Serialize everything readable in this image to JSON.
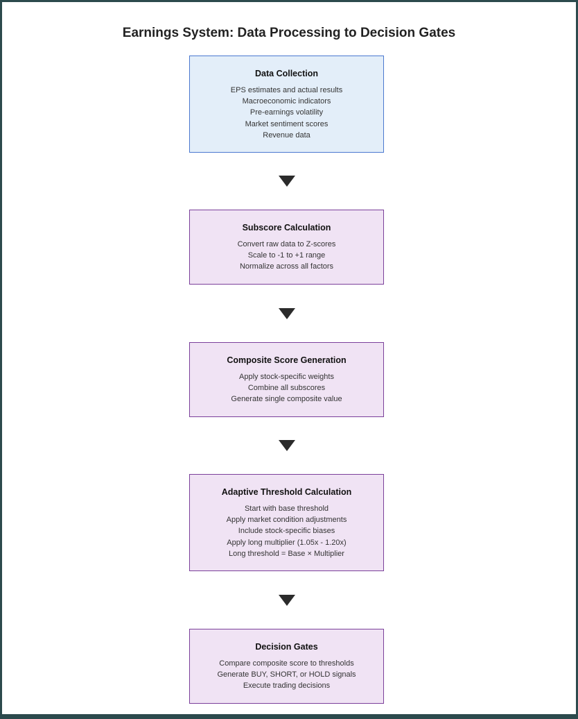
{
  "title": "Earnings System: Data Processing to Decision Gates",
  "colors": {
    "blue_fill": "#e3eef9",
    "blue_border": "#4a78cf",
    "purple_fill": "#f0e3f4",
    "purple_border": "#7a3f9a",
    "arrow": "#2b2b2b"
  },
  "boxes": [
    {
      "title": "Data Collection",
      "lines": [
        "EPS estimates and actual results",
        "Macroeconomic indicators",
        "Pre-earnings volatility",
        "Market sentiment scores",
        "Revenue data"
      ]
    },
    {
      "title": "Subscore Calculation",
      "lines": [
        "Convert raw data to Z-scores",
        "Scale to -1 to +1 range",
        "Normalize across all factors"
      ]
    },
    {
      "title": "Composite Score Generation",
      "lines": [
        "Apply stock-specific weights",
        "Combine all subscores",
        "Generate single composite value"
      ]
    },
    {
      "title": "Adaptive Threshold Calculation",
      "lines": [
        "Start with base threshold",
        "Apply market condition adjustments",
        "Include stock-specific biases",
        "Apply long multiplier (1.05x - 1.20x)",
        "Long threshold = Base × Multiplier"
      ]
    },
    {
      "title": "Decision Gates",
      "lines": [
        "Compare composite score to thresholds",
        "Generate BUY, SHORT, or HOLD signals",
        "Execute trading decisions"
      ]
    }
  ]
}
